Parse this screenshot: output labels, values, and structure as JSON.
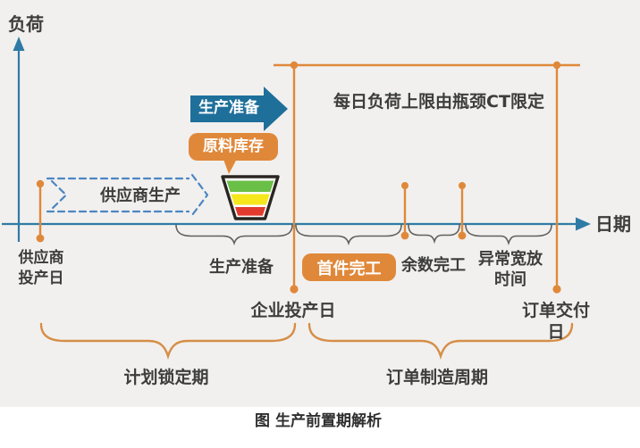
{
  "colors": {
    "background": "#f1f0ee",
    "axis_blue": "#2f7ba6",
    "dashed_arrow_blue": "#4c86c4",
    "solid_arrow_blue": "#1f6f9b",
    "accent_orange": "#e0883a",
    "brace_orange": "#d68e48",
    "brace_gray": "#5f5f5f",
    "text_dark": "#3d3d3d",
    "funnel_green": "#6abf47",
    "funnel_yellow": "#f6e71d",
    "funnel_red": "#e23b2e"
  },
  "axis": {
    "y_label": "负荷",
    "x_label": "日期"
  },
  "labels": {
    "supplier_production": "供应商生产",
    "production_prep_arrow": "生产准备",
    "raw_material": "原料库存",
    "daily_limit": "每日负荷上限由瓶颈CT限定",
    "supplier_start": "供应商\n投产日",
    "production_prep": "生产准备",
    "first_piece": "首件完工",
    "remainder": "余数完工",
    "abnormal_allowance": "异常宽放\n时间",
    "enterprise_start": "企业投产日",
    "order_delivery": "订单交付日",
    "plan_lock": "计划锁定期",
    "order_cycle": "订单制造周期"
  },
  "icons": {
    "funnel": "inventory-funnel-icon"
  },
  "caption": "图 生产前置期解析"
}
